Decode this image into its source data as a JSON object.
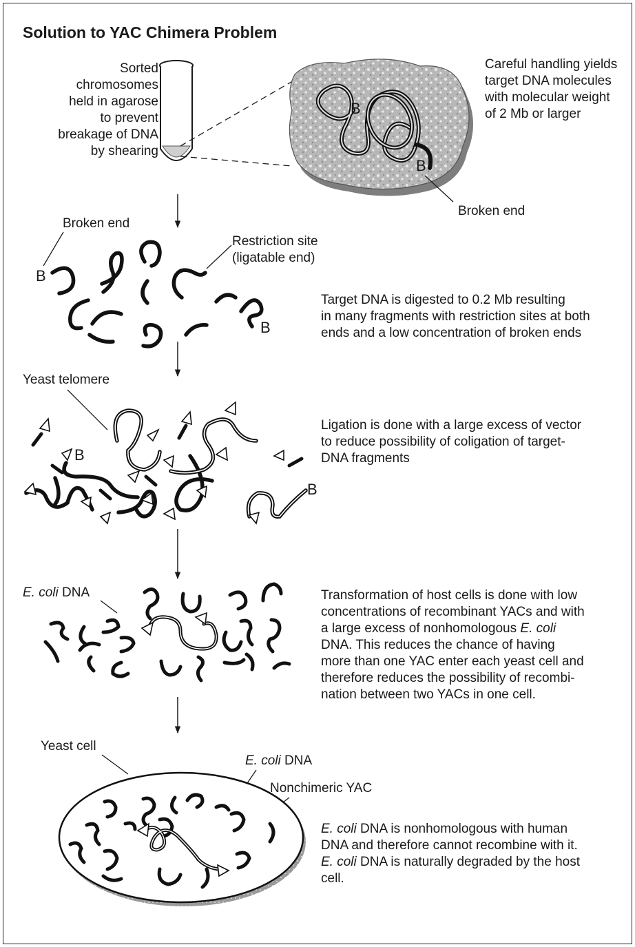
{
  "title": "Solution to YAC Chimera Problem",
  "step1": {
    "left_note": "Sorted\nchromosomes\nheld in agarose\nto prevent\nbreakage of DNA\nby shearing",
    "right_note": "Careful handling yields\ntarget DNA molecules\nwith molecular weight\nof 2 Mb or larger",
    "broken_end_label": "Broken end",
    "b_marker": "B"
  },
  "step2": {
    "broken_end_label": "Broken end",
    "restriction_label": "Restriction site\n(ligatable end)",
    "note": "Target DNA is digested to 0.2 Mb resulting\nin many fragments with restriction sites at both\nends and a low concentration of broken ends",
    "b_marker": "B"
  },
  "step3": {
    "telomere_label": "Yeast telomere",
    "note": "Ligation is done with a large excess of vector\nto reduce possibility of coligation of target-\nDNA fragments",
    "b_marker": "B"
  },
  "step4": {
    "ecoli_label_italic": "E. coli",
    "ecoli_label_rest": " DNA",
    "note_part1": "Transformation of host cells is done with low\nconcentrations of recombinant YACs and with\na large excess of nonhomologous ",
    "note_italic": "E. coli",
    "note_part2": "\nDNA.  This reduces the chance of having\nmore than one YAC enter each yeast cell and\ntherefore reduces the possibility of recombi-\nnation between two YACs in one cell."
  },
  "step5": {
    "yeast_cell_label": "Yeast cell",
    "ecoli_label_italic": "E. coli",
    "ecoli_label_rest": " DNA",
    "nonchimeric_label": "Nonchimeric YAC",
    "note_italic1": "E. coli",
    "note_part1": " DNA is nonhomologous with human\nDNA and therefore cannot recombine with it.\n",
    "note_italic2": "E. coli",
    "note_part2": " DNA is naturally degraded by the host\ncell."
  }
}
